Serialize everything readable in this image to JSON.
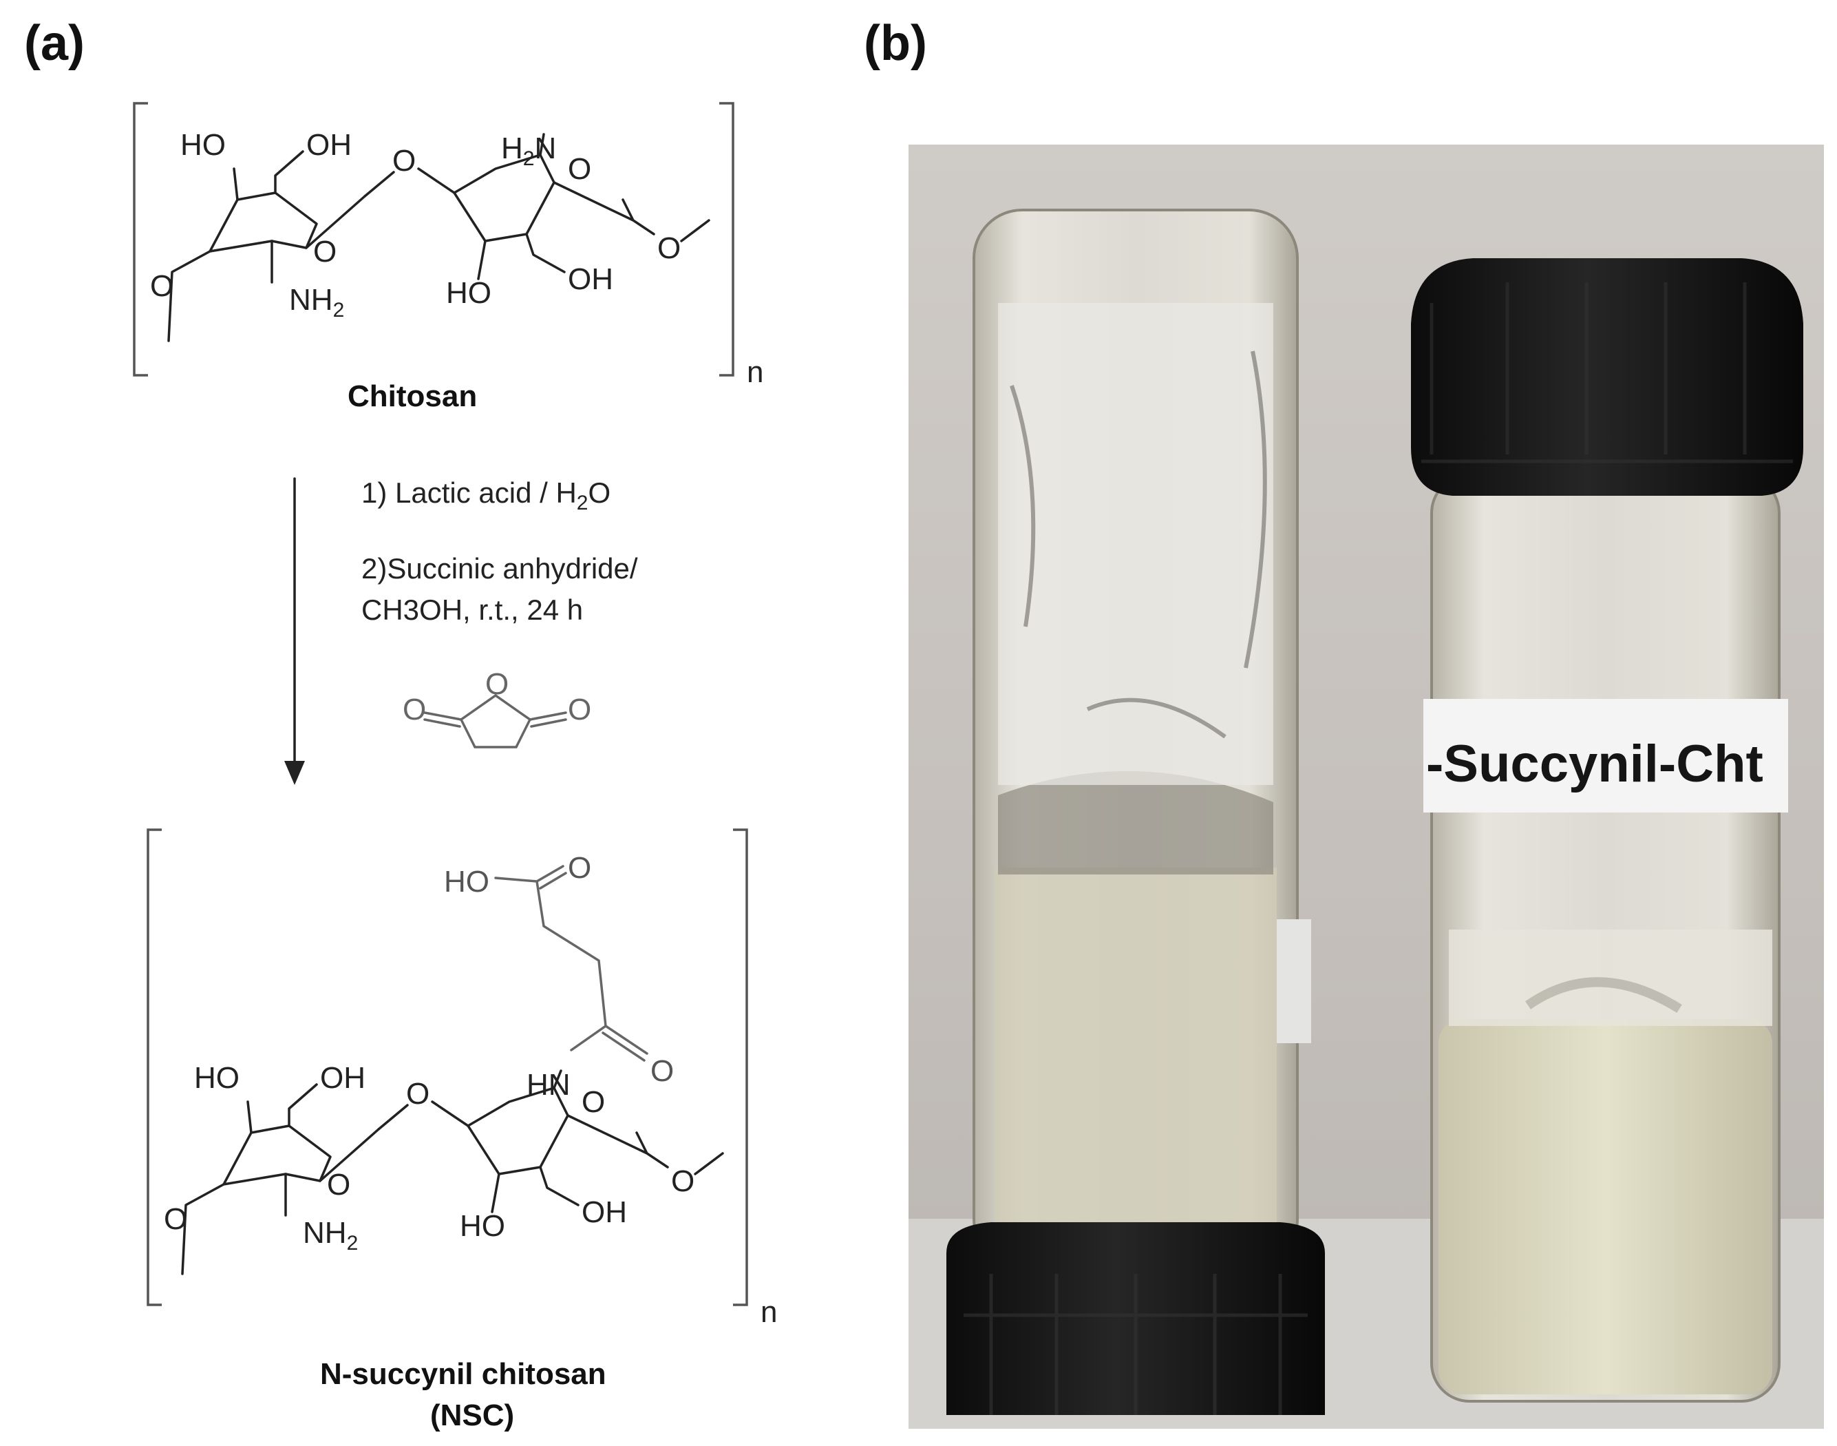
{
  "panels": {
    "a": "(a)",
    "b": "(b)"
  },
  "chitosan": {
    "caption": "Chitosan",
    "repeat": "n",
    "labels": {
      "ho_top": "HO",
      "oh_top": "OH",
      "o_bridge": "O",
      "h2n_right": "H",
      "h2n_right_sub": "2",
      "h2n_right_n": "N",
      "o_ring_right": "O",
      "o_ring_left": "O",
      "nh2_left": "NH",
      "nh2_left_sub": "2",
      "ho_bottom": "HO",
      "oh_bottom": "OH",
      "o_left_end": "O",
      "o_right_end": "O"
    }
  },
  "reaction": {
    "step1_pre": "1) Lactic acid / H",
    "step1_sub": "2",
    "step1_post": "O",
    "step2_line1": "2)Succinic anhydride/",
    "step2_line2": "CH3OH, r.t., 24 h",
    "anhydride_o_left": "O",
    "anhydride_o_ring": "O",
    "anhydride_o_right": "O"
  },
  "nsc": {
    "caption_line1": "N-succynil chitosan",
    "caption_line2": "(NSC)",
    "repeat": "n",
    "labels": {
      "ho_acid": "HO",
      "o_acid": "O",
      "o_amide": "O",
      "hn": "HN",
      "ho_top": "HO",
      "oh_top": "OH",
      "o_bridge": "O",
      "o_ring_right": "O",
      "o_ring_left": "O",
      "nh2_left": "NH",
      "nh2_left_sub": "2",
      "ho_bottom": "HO",
      "oh_bottom": "OH",
      "o_left_end": "O",
      "o_right_end": "O"
    }
  },
  "photo": {
    "vial_label": "-Succynil-Cht",
    "colors": {
      "cap": "#151515",
      "background": "#c9c5c0",
      "liquid": "#e1dfc6"
    }
  }
}
